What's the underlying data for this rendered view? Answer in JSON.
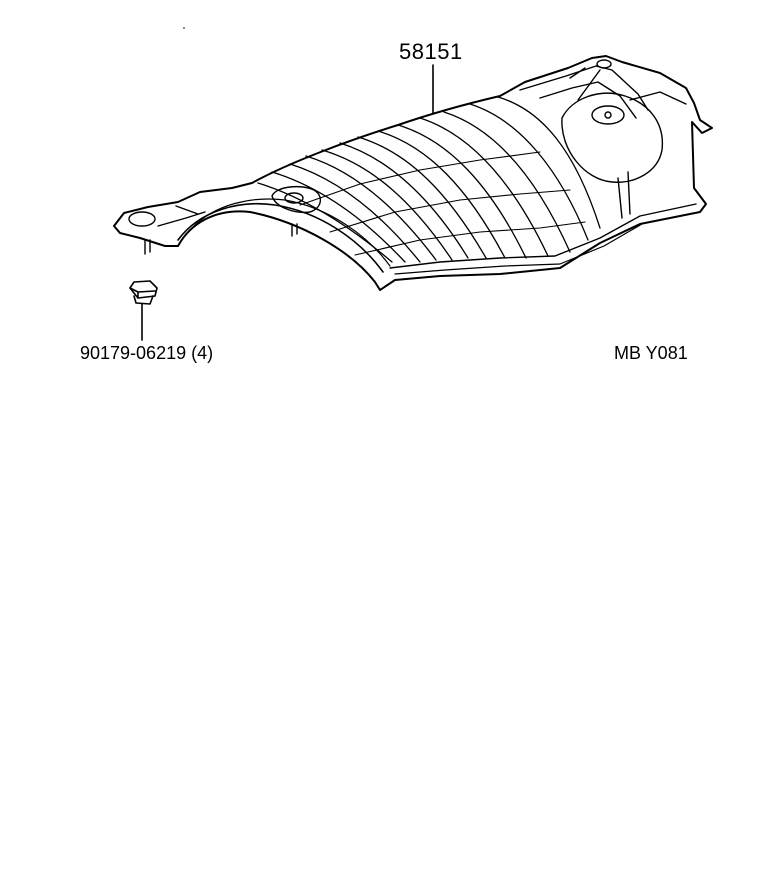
{
  "diagram": {
    "parts": [
      {
        "id": "heat-insulator",
        "number": "58151"
      },
      {
        "id": "nut",
        "number": "90179-06219 (4)"
      }
    ],
    "code": "MB Y081",
    "colors": {
      "line": "#000000",
      "background": "#ffffff"
    }
  }
}
